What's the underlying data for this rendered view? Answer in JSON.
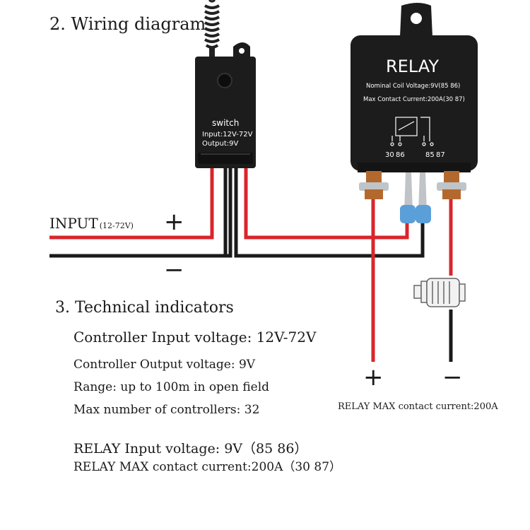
{
  "section_title": "2. Wiring diagram",
  "switch": {
    "title": "switch",
    "input_line": "Input:12V-72V",
    "output_line": "Output:9V"
  },
  "relay": {
    "title": "RELAY",
    "coil_line": "Nominal Coil Voltage:9V(85 86)",
    "contact_line": "Max Contact Current:200A(30 87)",
    "terminals": [
      "30",
      "86",
      "85",
      "87"
    ]
  },
  "input": {
    "label": "INPUT",
    "range": "(12-72V)"
  },
  "signs": {
    "plus": "+",
    "minus": "−"
  },
  "relay_caption": "RELAY MAX contact current:200A",
  "tech": {
    "title": "3. Technical indicators",
    "lines": [
      "Controller Input voltage: 12V-72V",
      "Controller Output voltage: 9V",
      "Range: up to 100m in open field",
      "Max number of controllers: 32",
      "RELAY Input voltage: 9V（85  86）",
      "RELAY MAX contact current:200A（30  87）"
    ]
  },
  "colors": {
    "wire_red": "#d8262b",
    "wire_black": "#1a1a1a",
    "device_body": "#1c1c1c",
    "terminal_blue": "#5a9fd8"
  },
  "icons": [
    "motor-icon",
    "coil-symbol-icon"
  ]
}
